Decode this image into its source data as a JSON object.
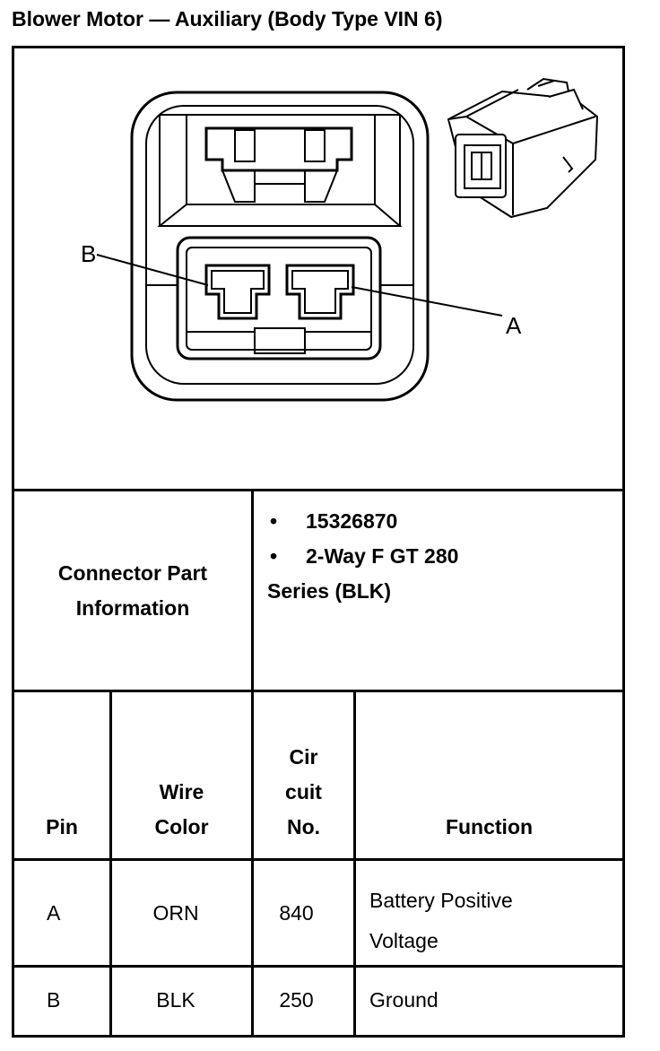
{
  "title": "Blower Motor — Auxiliary (Body Type VIN 6)",
  "diagram": {
    "labels": {
      "pin_b": "B",
      "pin_a": "A"
    },
    "icons": [
      "connector-face-view",
      "connector-3d-view"
    ]
  },
  "connector_info": {
    "label_line1": "Connector Part",
    "label_line2": "Information",
    "bullet_glyph": "•",
    "part_number": "15326870",
    "description_line1": "2-Way F GT 280",
    "description_line2": "Series (BLK)"
  },
  "table": {
    "headers": {
      "pin": "Pin",
      "wire_color_line1": "Wire",
      "wire_color_line2": "Color",
      "circuit_line1": "Cir",
      "circuit_line2": "cuit",
      "circuit_line3": "No.",
      "function": "Function"
    },
    "rows": [
      {
        "pin": "A",
        "wire_color": "ORN",
        "circuit": "840",
        "function_line1": "Battery Positive",
        "function_line2": "Voltage"
      },
      {
        "pin": "B",
        "wire_color": "BLK",
        "circuit": "250",
        "function_line1": "Ground",
        "function_line2": ""
      }
    ]
  }
}
